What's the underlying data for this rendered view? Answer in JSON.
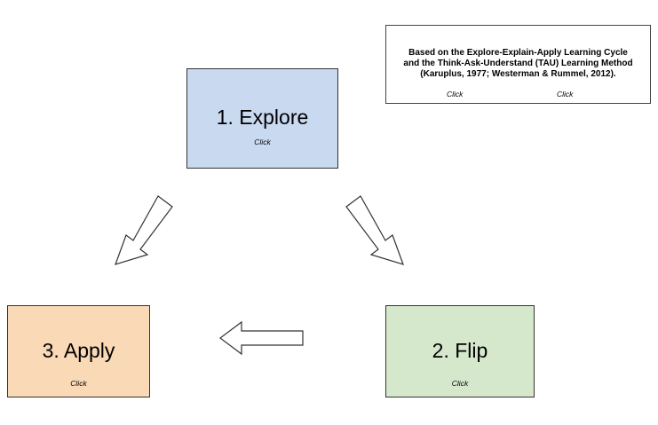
{
  "citation": {
    "lines": [
      "Based on the Explore-Explain-Apply Learning Cycle",
      "and the Think-Ask-Understand (TAU) Learning Method",
      "(Karuplus, 1977; Westerman & Rummel, 2012)."
    ],
    "click_left": "Click",
    "click_right": "Click"
  },
  "stages": {
    "explore": {
      "title": "1. Explore",
      "click": "Click",
      "color": "#c9daf0"
    },
    "flip": {
      "title": "2. Flip",
      "click": "Click",
      "color": "#d6e8cc"
    },
    "apply": {
      "title": "3. Apply",
      "click": "Click",
      "color": "#f9d9b6"
    }
  },
  "arrows": [
    {
      "from": "explore",
      "to": "apply",
      "style": "hollow"
    },
    {
      "from": "explore",
      "to": "flip",
      "style": "hollow"
    },
    {
      "from": "flip",
      "to": "apply",
      "style": "hollow"
    }
  ]
}
